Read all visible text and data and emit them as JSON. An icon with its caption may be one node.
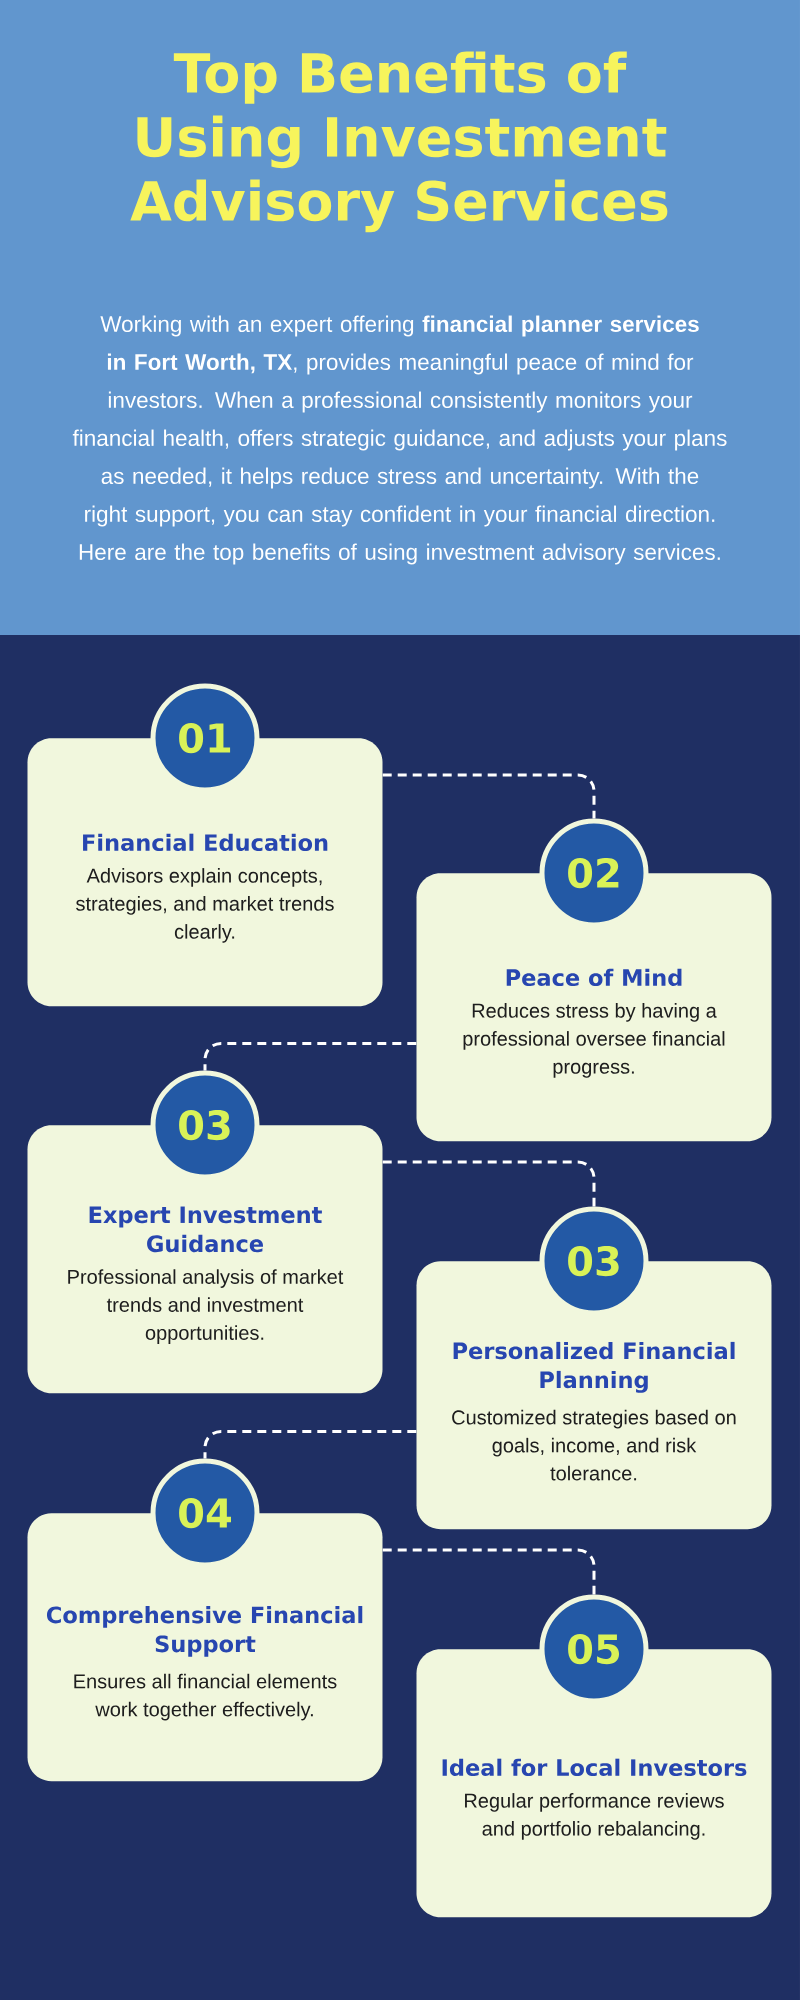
{
  "diagram": {
    "title": "Top Benefits of Using Investment Advisory Services",
    "nodes": [
      {
        "text": [
          "01"
        ]
      },
      {
        "text": [
          "Financial Education",
          "Advisors explain concepts, strategies, and market trends clearly."
        ]
      },
      {
        "text": [
          "02"
        ]
      },
      {
        "text": [
          "Peace of Mind",
          "Reduces stress by having a professional oversee financial progress."
        ]
      },
      {
        "text": [
          "03"
        ]
      },
      {
        "text": [
          "Expert Investment Guidance",
          "Professional analysis of market trends and investment opportunities."
        ]
      },
      {
        "text": [
          "03"
        ]
      },
      {
        "text": [
          "Personalized Financial Planning",
          "Customized strategies based on goals, income, and risk tolerance."
        ]
      },
      {
        "text": [
          "04"
        ]
      },
      {
        "text": [
          "Comprehensive Financial Support",
          "Ensures all financial elements work together effectively."
        ]
      },
      {
        "text": [
          "05"
        ]
      },
      {
        "text": [
          "Ideal for Local Investors",
          "Regular performance reviews and portfolio rebalancing."
        ]
      }
    ],
    "edges": [
      {
        "from": 1,
        "to": 2,
        "arrow": "none",
        "style": "dashed"
      },
      {
        "from": 3,
        "to": 4,
        "arrow": "none",
        "style": "dashed"
      },
      {
        "from": 5,
        "to": 6,
        "arrow": "none",
        "style": "dashed"
      },
      {
        "from": 7,
        "to": 8,
        "arrow": "none",
        "style": "dashed"
      },
      {
        "from": 9,
        "to": 10,
        "arrow": "none",
        "style": "dashed"
      }
    ],
    "labels": [
      "Working with an expert offering **financial planner services in Fort Worth, TX**, provides meaningful peace of mind for investors. When a professional consistently monitors your financial health, offers strategic guidance, and adjusts your plans as needed, it helps reduce stress and uncertainty. With the right support, you can stay confident in your financial direction. Here are the top benefits of using investment advisory services."
    ]
  }
}
